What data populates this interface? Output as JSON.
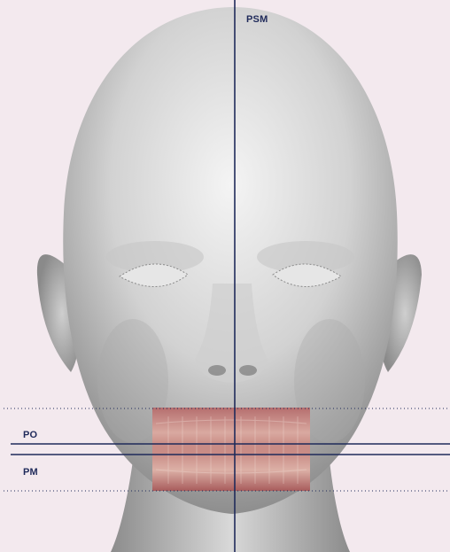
{
  "labels": {
    "psm": "PSM",
    "po": "PO",
    "pm": "PM"
  },
  "colors": {
    "background": "#f3e9ee",
    "line": "#1f2a5a",
    "skin": "#d9d9d9",
    "teeth_overlay": "#b56a6a"
  }
}
